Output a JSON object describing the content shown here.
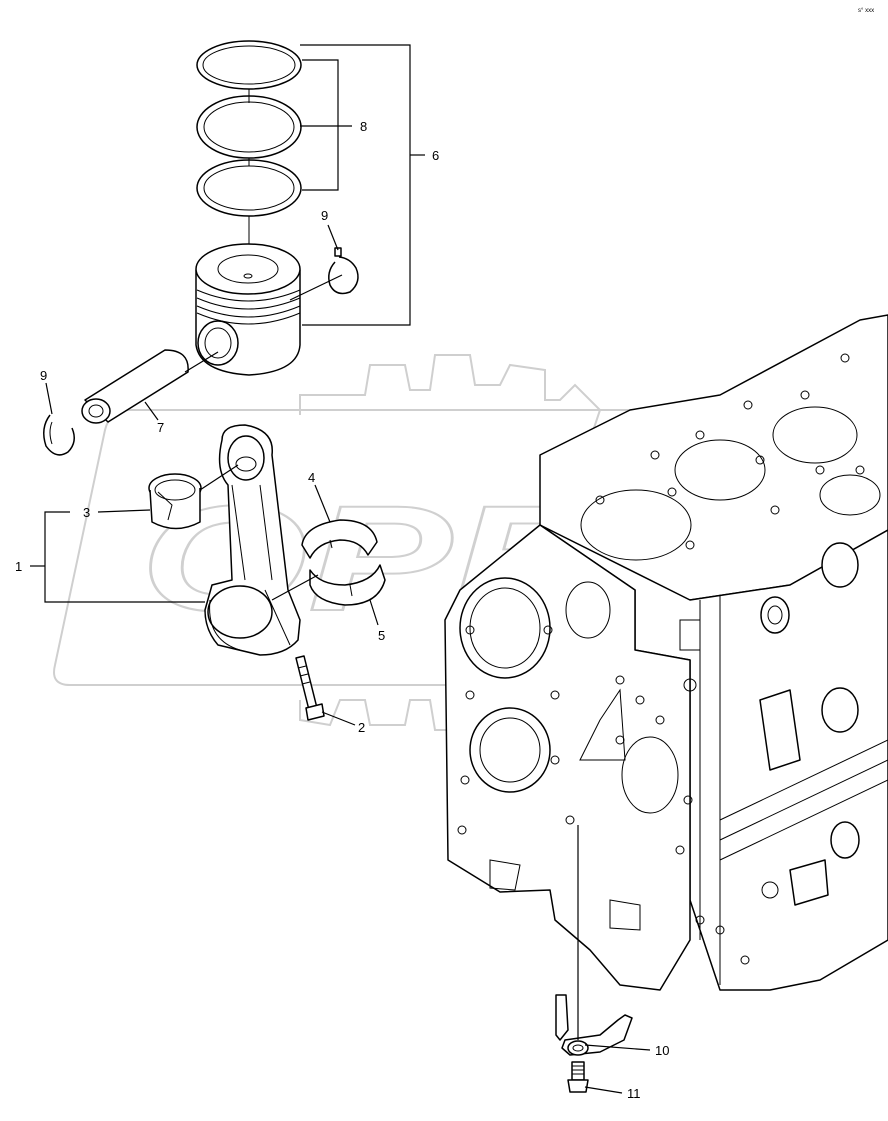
{
  "diagram": {
    "corner_code": "s° xxx",
    "watermark": "OPEX",
    "callouts": {
      "c1": "1",
      "c2": "2",
      "c3": "3",
      "c4": "4",
      "c5": "5",
      "c6": "6",
      "c7": "7",
      "c8": "8",
      "c9a": "9",
      "c9b": "9",
      "c10": "10",
      "c11": "11"
    }
  }
}
